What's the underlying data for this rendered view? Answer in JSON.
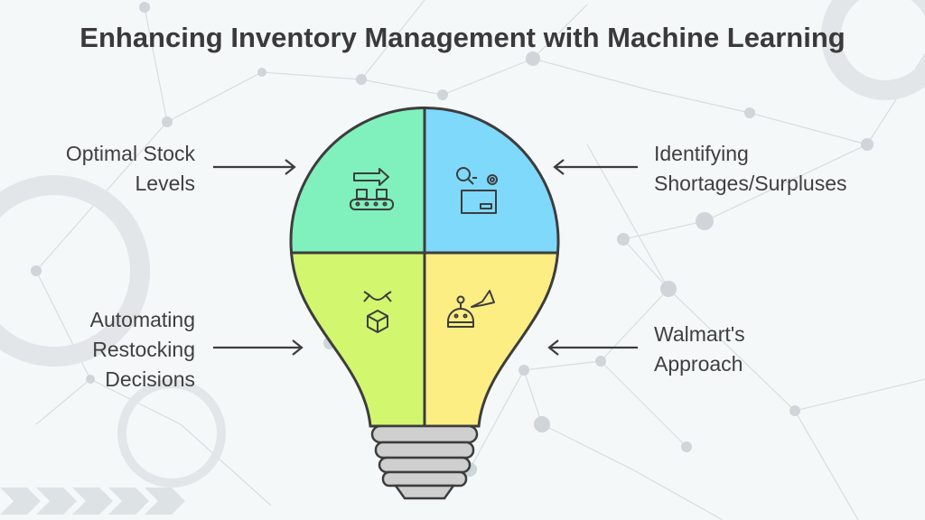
{
  "title": "Enhancing Inventory Management with Machine Learning",
  "sections": [
    {
      "label": "Optimal Stock Levels",
      "lines": [
        "Optimal Stock",
        "Levels"
      ],
      "color": "#80f0bc",
      "icon": "conveyor-belt-icon"
    },
    {
      "label": "Identifying Shortages/Surpluses",
      "lines": [
        "Identifying",
        "Shortages/Surpluses"
      ],
      "color": "#7fd9fb",
      "icon": "search-gear-box-icon"
    },
    {
      "label": "Automating Restocking Decisions",
      "lines": [
        "Automating",
        "Restocking",
        "Decisions"
      ],
      "color": "#d3f66f",
      "icon": "robot-arm-box-icon"
    },
    {
      "label": "Walmart's Approach",
      "lines": [
        "Walmart's",
        "Approach"
      ],
      "color": "#fdee84",
      "icon": "robot-megaphone-icon"
    }
  ]
}
